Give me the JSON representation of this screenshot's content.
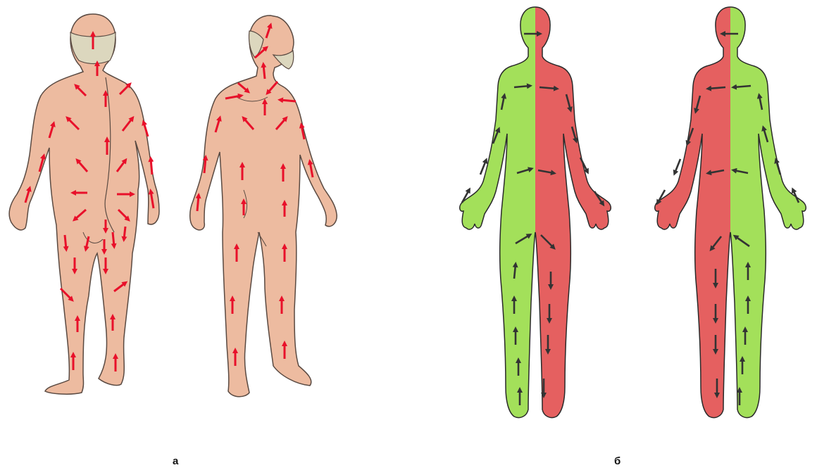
{
  "labels": {
    "a": "а",
    "b": "б"
  },
  "colors": {
    "skin": "#EDBBA0",
    "skin_outline": "#5A4A42",
    "hair": "#DCD7BE",
    "arrow_red": "#E8102A",
    "arrow_dark": "#333333",
    "green": "#A3E05A",
    "red": "#E56060",
    "outline": "#2A2A2A"
  },
  "figures": [
    {
      "panel": "a",
      "view": "back",
      "style": "skin",
      "arrows": "red"
    },
    {
      "panel": "a",
      "view": "front",
      "style": "skin",
      "arrows": "red"
    },
    {
      "panel": "b",
      "view": "front",
      "style": "green-left red-right",
      "arrows": "dark"
    },
    {
      "panel": "b",
      "view": "back",
      "style": "red-left green-right",
      "arrows": "dark"
    }
  ]
}
